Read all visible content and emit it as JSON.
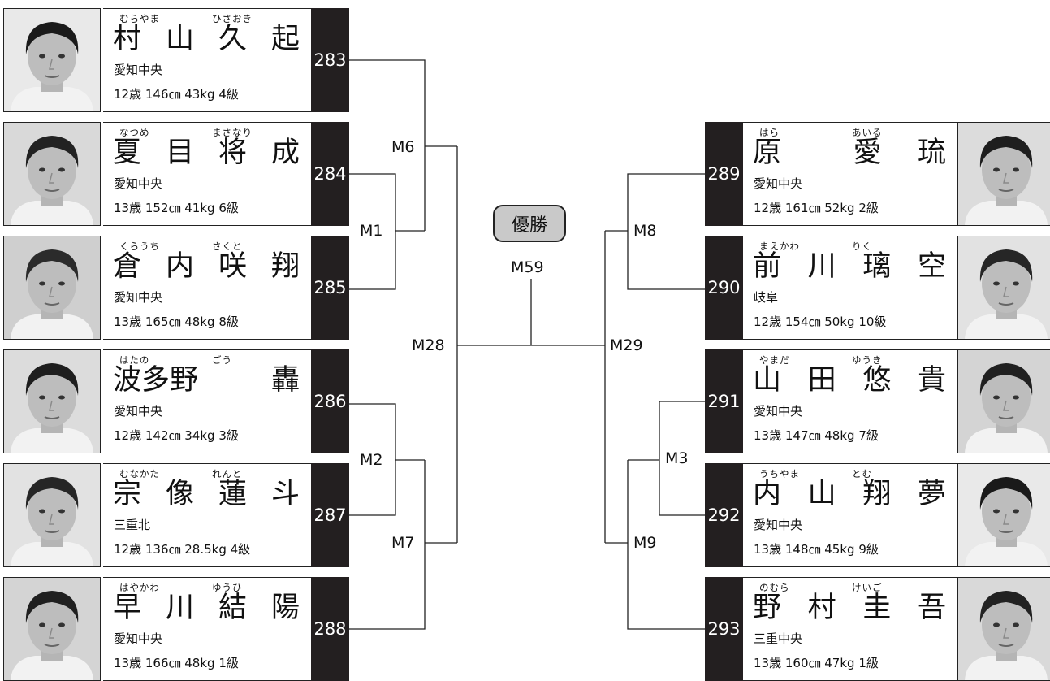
{
  "final": {
    "title": "優勝",
    "match": "M59"
  },
  "matches": {
    "M1": "M1",
    "M2": "M2",
    "M3": "M3",
    "M6": "M6",
    "M7": "M7",
    "M8": "M8",
    "M9": "M9",
    "M28": "M28",
    "M29": "M29"
  },
  "left": [
    {
      "kana_family": "むらやま",
      "kana_given": "ひさおき",
      "name": [
        "村",
        "山",
        "久",
        "起"
      ],
      "team": "愛知中央",
      "stats": "12歳 146㎝ 43kg 4級",
      "number": "283"
    },
    {
      "kana_family": "なつめ",
      "kana_given": "まさなり",
      "name": [
        "夏",
        "目",
        "将",
        "成"
      ],
      "team": "愛知中央",
      "stats": "13歳 152㎝ 41kg 6級",
      "number": "284"
    },
    {
      "kana_family": "くらうち",
      "kana_given": "さくと",
      "name": [
        "倉",
        "内",
        "咲",
        "翔"
      ],
      "team": "愛知中央",
      "stats": "13歳 165㎝ 48kg 8級",
      "number": "285"
    },
    {
      "kana_family": "はたの",
      "kana_given": "ごう",
      "name": [
        "波多野",
        "",
        "",
        "轟"
      ],
      "team": "愛知中央",
      "stats": "12歳 142㎝ 34kg 3級",
      "number": "286"
    },
    {
      "kana_family": "むなかた",
      "kana_given": "れんと",
      "name": [
        "宗",
        "像",
        "蓮",
        "斗"
      ],
      "team": "三重北",
      "stats": "12歳 136㎝ 28.5kg 4級",
      "number": "287"
    },
    {
      "kana_family": "はやかわ",
      "kana_given": "ゆうひ",
      "name": [
        "早",
        "川",
        "結",
        "陽"
      ],
      "team": "愛知中央",
      "stats": "13歳 166㎝ 48kg 1級",
      "number": "288"
    }
  ],
  "right": [
    {
      "kana_family": "はら",
      "kana_given": "あいる",
      "name": [
        "原",
        "",
        "愛",
        "琉"
      ],
      "team": "愛知中央",
      "stats": "12歳 161㎝ 52kg 2級",
      "number": "289"
    },
    {
      "kana_family": "まえかわ",
      "kana_given": "りく",
      "name": [
        "前",
        "川",
        "璃",
        "空"
      ],
      "team": "岐阜",
      "stats": "12歳 154㎝ 50kg 10級",
      "number": "290"
    },
    {
      "kana_family": "やまだ",
      "kana_given": "ゆうき",
      "name": [
        "山",
        "田",
        "悠",
        "貴"
      ],
      "team": "愛知中央",
      "stats": "13歳 147㎝ 48kg 7級",
      "number": "291"
    },
    {
      "kana_family": "うちやま",
      "kana_given": "とむ",
      "name": [
        "内",
        "山",
        "翔",
        "夢"
      ],
      "team": "愛知中央",
      "stats": "13歳 148㎝ 45kg 9級",
      "number": "292"
    },
    {
      "kana_family": "のむら",
      "kana_given": "けいご",
      "name": [
        "野",
        "村",
        "圭",
        "吾"
      ],
      "team": "三重中央",
      "stats": "13歳 160㎝ 47kg 1級",
      "number": "293"
    }
  ]
}
